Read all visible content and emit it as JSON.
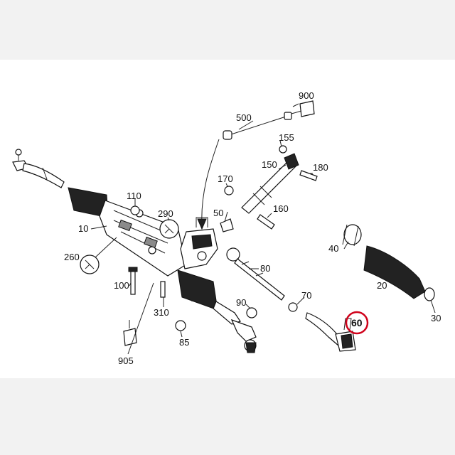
{
  "diagram": {
    "callouts": [
      {
        "id": "900",
        "label": "900"
      },
      {
        "id": "500",
        "label": "500"
      },
      {
        "id": "155",
        "label": "155"
      },
      {
        "id": "150",
        "label": "150"
      },
      {
        "id": "180",
        "label": "180"
      },
      {
        "id": "170",
        "label": "170"
      },
      {
        "id": "160",
        "label": "160"
      },
      {
        "id": "110",
        "label": "110"
      },
      {
        "id": "290",
        "label": "290"
      },
      {
        "id": "50",
        "label": "50"
      },
      {
        "id": "10",
        "label": "10"
      },
      {
        "id": "40",
        "label": "40"
      },
      {
        "id": "260",
        "label": "260"
      },
      {
        "id": "80",
        "label": "80"
      },
      {
        "id": "100",
        "label": "100"
      },
      {
        "id": "20",
        "label": "20"
      },
      {
        "id": "70",
        "label": "70"
      },
      {
        "id": "90",
        "label": "90"
      },
      {
        "id": "310",
        "label": "310"
      },
      {
        "id": "30",
        "label": "30"
      },
      {
        "id": "60",
        "label": "60"
      },
      {
        "id": "85",
        "label": "85"
      },
      {
        "id": "905",
        "label": "905"
      }
    ],
    "highlighted": "60",
    "highlight_color": "#d0021b"
  }
}
